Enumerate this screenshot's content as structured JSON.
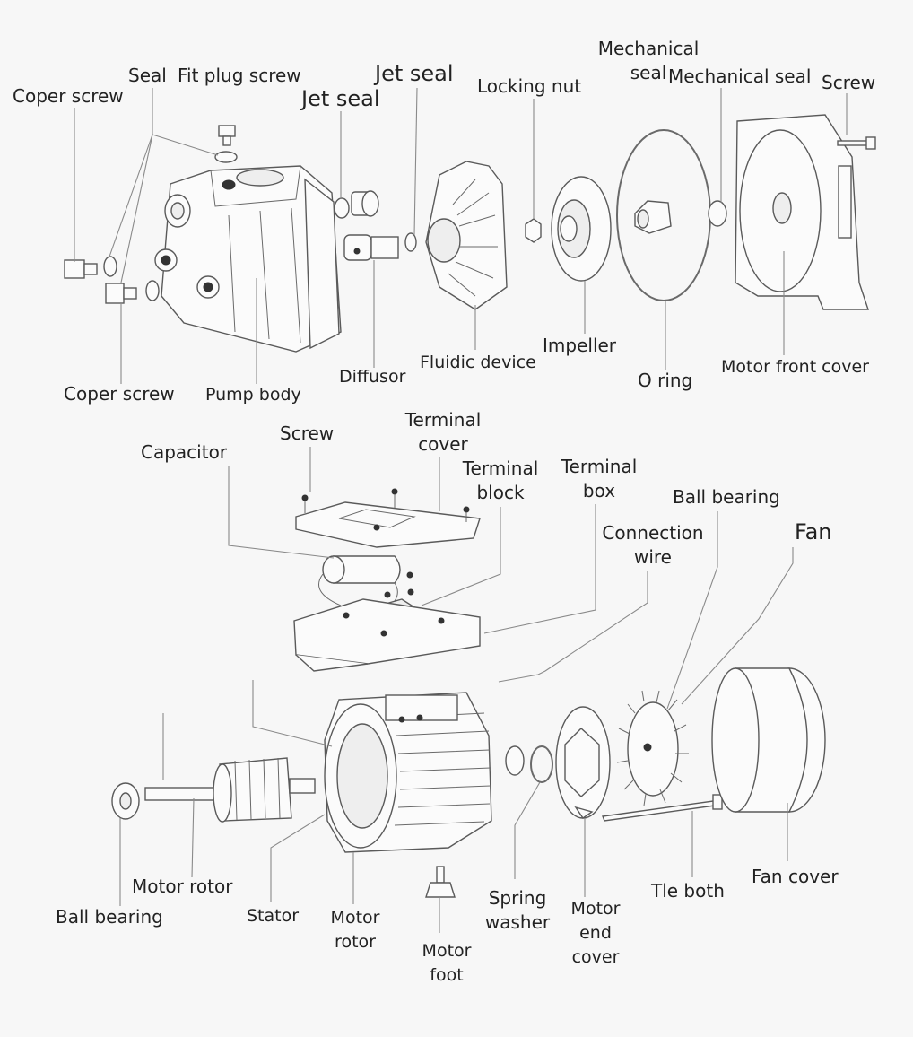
{
  "labels": {
    "coper_screw_top": "Coper screw",
    "seal": "Seal",
    "fit_plug_screw": "Fit plug screw",
    "jet_seal_1": "Jet seal",
    "jet_seal_2": "Jet seal",
    "locking_nut": "Locking nut",
    "mechanical_seal_1_line1": "Mechanical",
    "mechanical_seal_1_line2": "seal",
    "mechanical_seal_2": "Mechanical seal",
    "screw_top": "Screw",
    "coper_screw_bottom": "Coper screw",
    "pump_body": "Pump body",
    "diffusor": "Diffusor",
    "fluidic_device": "Fluidic device",
    "impeller": "Impeller",
    "o_ring": "O ring",
    "motor_front_cover": "Motor front cover",
    "capacitor": "Capacitor",
    "screw_mid": "Screw",
    "terminal_cover_line1": "Terminal",
    "terminal_cover_line2": "cover",
    "terminal_block_line1": "Terminal",
    "terminal_block_line2": "block",
    "terminal_box_line1": "Terminal",
    "terminal_box_line2": "box",
    "ball_bearing_top": "Ball bearing",
    "connection_wire_line1": "Connection",
    "connection_wire_line2": "wire",
    "fan": "Fan",
    "motor_rotor_1": "Motor rotor",
    "ball_bearing_bottom": "Ball bearing",
    "stator": "Stator",
    "motor_rotor_2_line1": "Motor",
    "motor_rotor_2_line2": "rotor",
    "motor_foot_line1": "Motor",
    "motor_foot_line2": "foot",
    "spring_washer_line1": "Spring",
    "spring_washer_line2": "washer",
    "motor_end_cover_line1": "Motor",
    "motor_end_cover_line2": "end",
    "motor_end_cover_line3": "cover",
    "tle_both": "Tle both",
    "fan_cover": "Fan cover"
  }
}
